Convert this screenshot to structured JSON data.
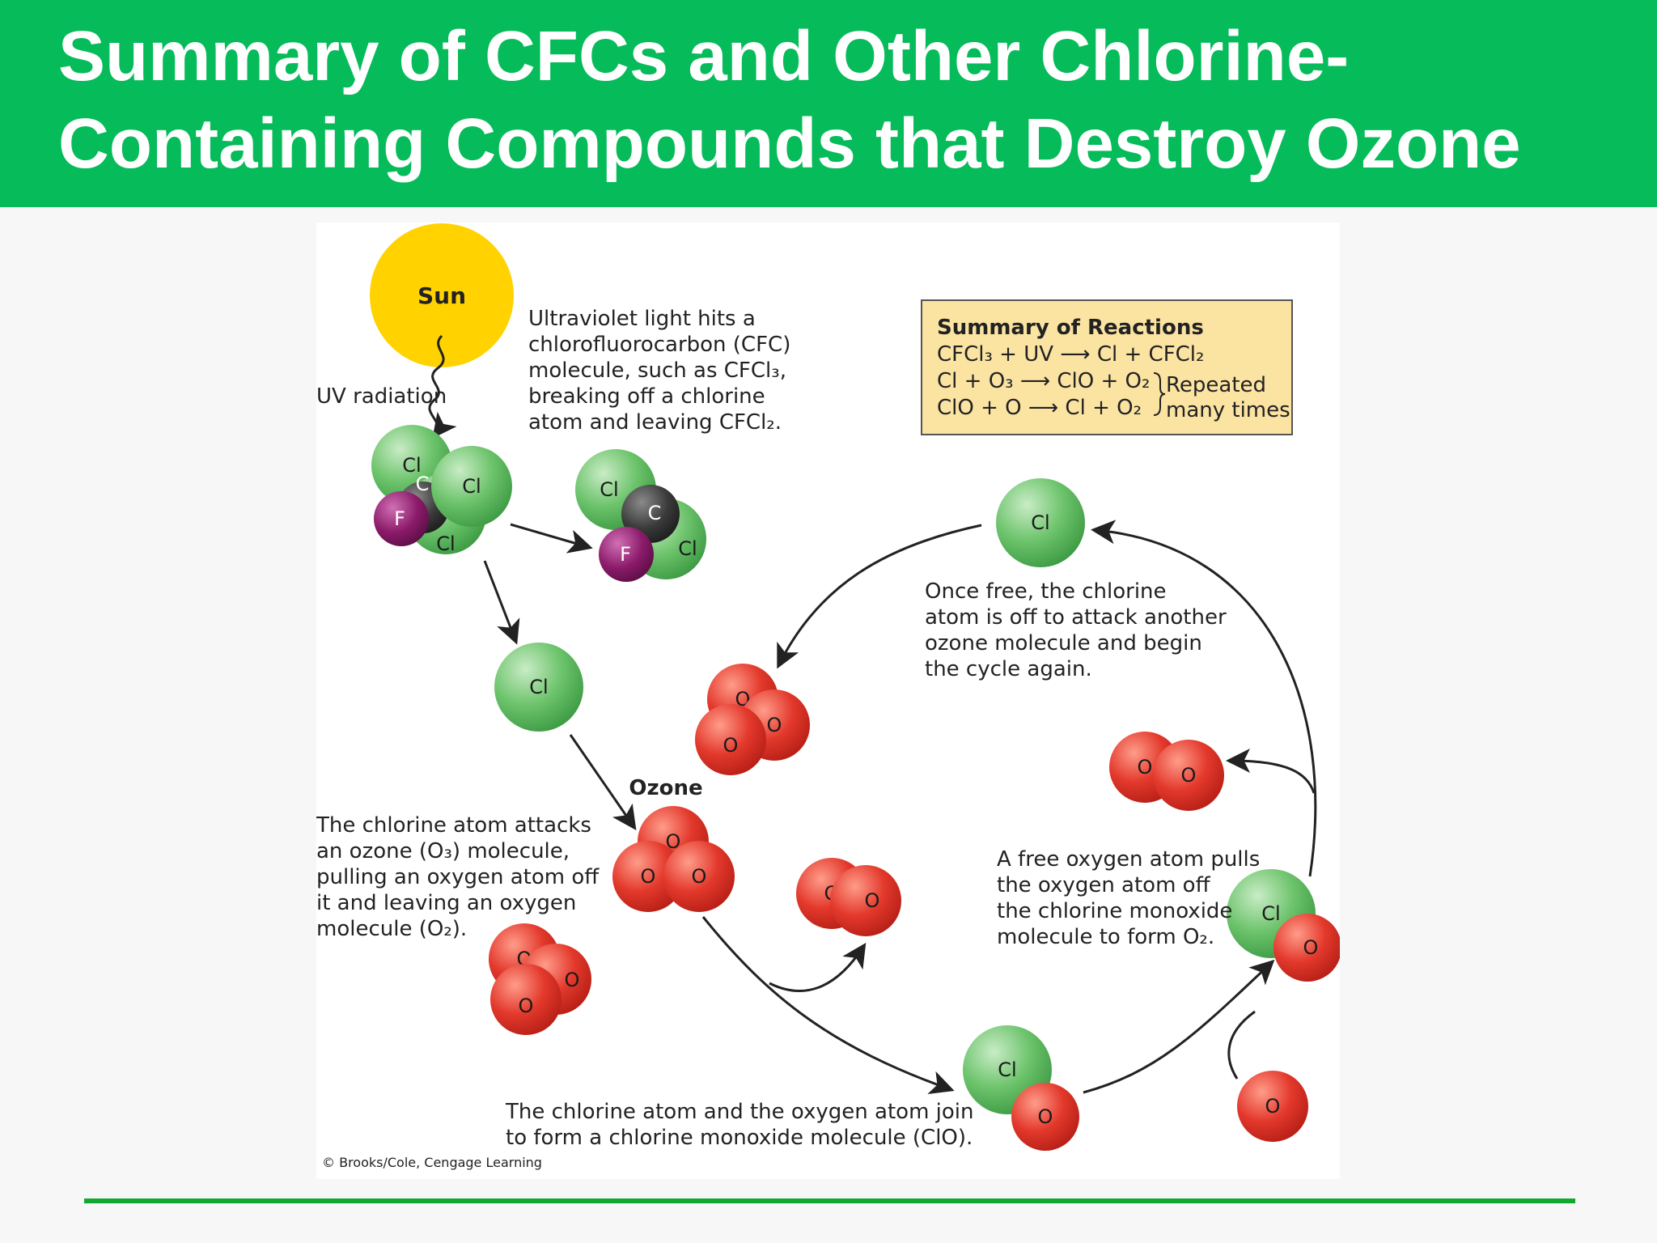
{
  "title": {
    "line1": "Summary of CFCs and Other Chlorine-",
    "line2": "Containing Compounds that Destroy Ozone"
  },
  "colors": {
    "header": "#06bb5a",
    "chlorine": "#5cb85c",
    "oxygen": "#e23b2e",
    "fluorine": "#8b1b6a",
    "carbon": "#333333",
    "sun": "#ffd200",
    "summary_box": "#fbe3a2"
  },
  "diagram": {
    "sun": "Sun",
    "uv_radiation": "UV radiation",
    "ozone_label": "Ozone",
    "captions": {
      "uv_hit": [
        "Ultraviolet light hits a",
        "chlorofluorocarbon (CFC)",
        "molecule, such as CFCl₃,",
        "breaking off a chlorine",
        "atom and leaving CFCl₂."
      ],
      "once_free": [
        "Once free, the chlorine",
        "atom is off to attack another",
        "ozone molecule and begin",
        "the cycle again."
      ],
      "attack": [
        "The chlorine atom attacks",
        "an ozone (O₃) molecule,",
        "pulling an oxygen atom off",
        "it and leaving an oxygen",
        "molecule (O₂)."
      ],
      "free_oxygen": [
        "A free oxygen atom pulls",
        "the oxygen atom off",
        "the chlorine monoxide",
        "molecule to form O₂."
      ],
      "join": [
        "The chlorine atom and the oxygen atom join",
        "to form a chlorine monoxide molecule (ClO)."
      ]
    },
    "summary": {
      "heading": "Summary of Reactions",
      "reaction1": "CFCl₃ + UV ⟶ Cl + CFCl₂",
      "reaction2": "Cl + O₃ ⟶ ClO + O₂",
      "reaction3": "ClO + O ⟶ Cl + O₂",
      "repeated_1": "Repeated",
      "repeated_2": "many times"
    },
    "atoms": {
      "cl": "Cl",
      "o": "O",
      "c": "C",
      "f": "F"
    },
    "credit": "© Brooks/Cole, Cengage Learning"
  }
}
